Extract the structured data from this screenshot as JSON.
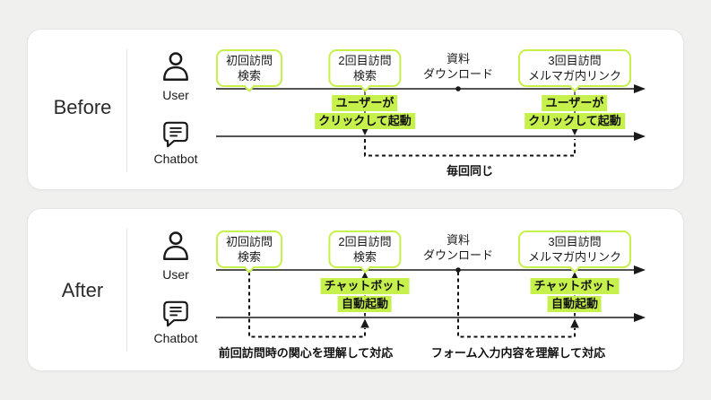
{
  "colors": {
    "background": "#f0f0ef",
    "panel": "#ffffff",
    "panel_border": "#e5e5e5",
    "divider": "#e3e3e3",
    "green": "#c6f04b",
    "ink": "#1a1a1a"
  },
  "before": {
    "title": "Before",
    "actors": {
      "user": "User",
      "chatbot": "Chatbot"
    },
    "events": [
      {
        "line1": "初回訪問",
        "line2": "検索"
      },
      {
        "line1": "2回目訪問",
        "line2": "検索"
      },
      {
        "line1": "資料",
        "line2": "ダウンロード"
      },
      {
        "line1": "3回目訪問",
        "line2": "メルマガ内リンク"
      }
    ],
    "triggers": [
      {
        "line1": "ユーザーが",
        "line2": "クリックして起動"
      },
      {
        "line1": "ユーザーが",
        "line2": "クリックして起動"
      }
    ],
    "note": "毎回同じ"
  },
  "after": {
    "title": "After",
    "actors": {
      "user": "User",
      "chatbot": "Chatbot"
    },
    "events": [
      {
        "line1": "初回訪問",
        "line2": "検索"
      },
      {
        "line1": "2回目訪問",
        "line2": "検索"
      },
      {
        "line1": "資料",
        "line2": "ダウンロード"
      },
      {
        "line1": "3回目訪問",
        "line2": "メルマガ内リンク"
      }
    ],
    "triggers": [
      {
        "line1": "チャットボット",
        "line2": "自動起動"
      },
      {
        "line1": "チャットボット",
        "line2": "自動起動"
      }
    ],
    "notes": [
      "前回訪問時の関心を理解して対応",
      "フォーム入力内容を理解して対応"
    ]
  }
}
